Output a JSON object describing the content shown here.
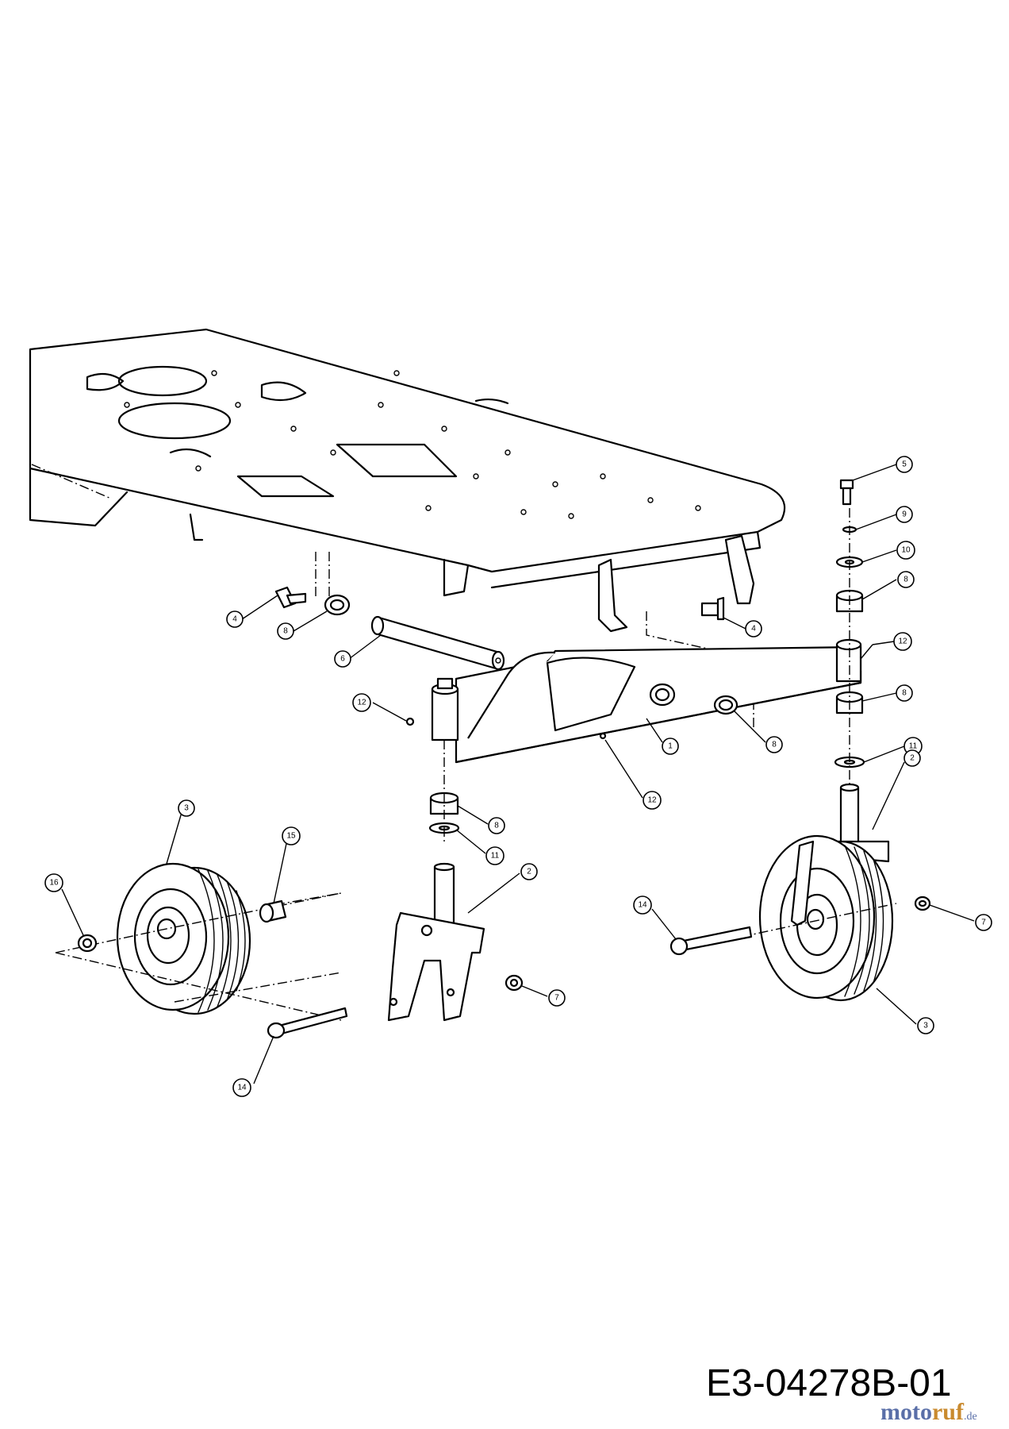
{
  "drawing_code": "E3-04278B-01",
  "brand": {
    "part1": "moto",
    "part2": "ruf",
    "suffix": ".de"
  },
  "callouts": [
    {
      "id": "c5",
      "label": "5"
    },
    {
      "id": "c9",
      "label": "9"
    },
    {
      "id": "c10",
      "label": "10"
    },
    {
      "id": "c8a",
      "label": "8"
    },
    {
      "id": "c4r",
      "label": "4"
    },
    {
      "id": "c12r",
      "label": "12"
    },
    {
      "id": "c8b",
      "label": "8"
    },
    {
      "id": "c11r",
      "label": "11"
    },
    {
      "id": "c4l",
      "label": "4"
    },
    {
      "id": "c8l",
      "label": "8"
    },
    {
      "id": "c6",
      "label": "6"
    },
    {
      "id": "c12l",
      "label": "12"
    },
    {
      "id": "c1",
      "label": "1"
    },
    {
      "id": "c8c",
      "label": "8"
    },
    {
      "id": "c12b",
      "label": "12"
    },
    {
      "id": "c8d",
      "label": "8"
    },
    {
      "id": "c11l",
      "label": "11"
    },
    {
      "id": "c2r",
      "label": "2"
    },
    {
      "id": "c3l",
      "label": "3"
    },
    {
      "id": "c15",
      "label": "15"
    },
    {
      "id": "c16",
      "label": "16"
    },
    {
      "id": "c2l",
      "label": "2"
    },
    {
      "id": "c14r",
      "label": "14"
    },
    {
      "id": "c7r",
      "label": "7"
    },
    {
      "id": "c7l",
      "label": "7"
    },
    {
      "id": "c3r",
      "label": "3"
    },
    {
      "id": "c14l",
      "label": "14"
    }
  ]
}
